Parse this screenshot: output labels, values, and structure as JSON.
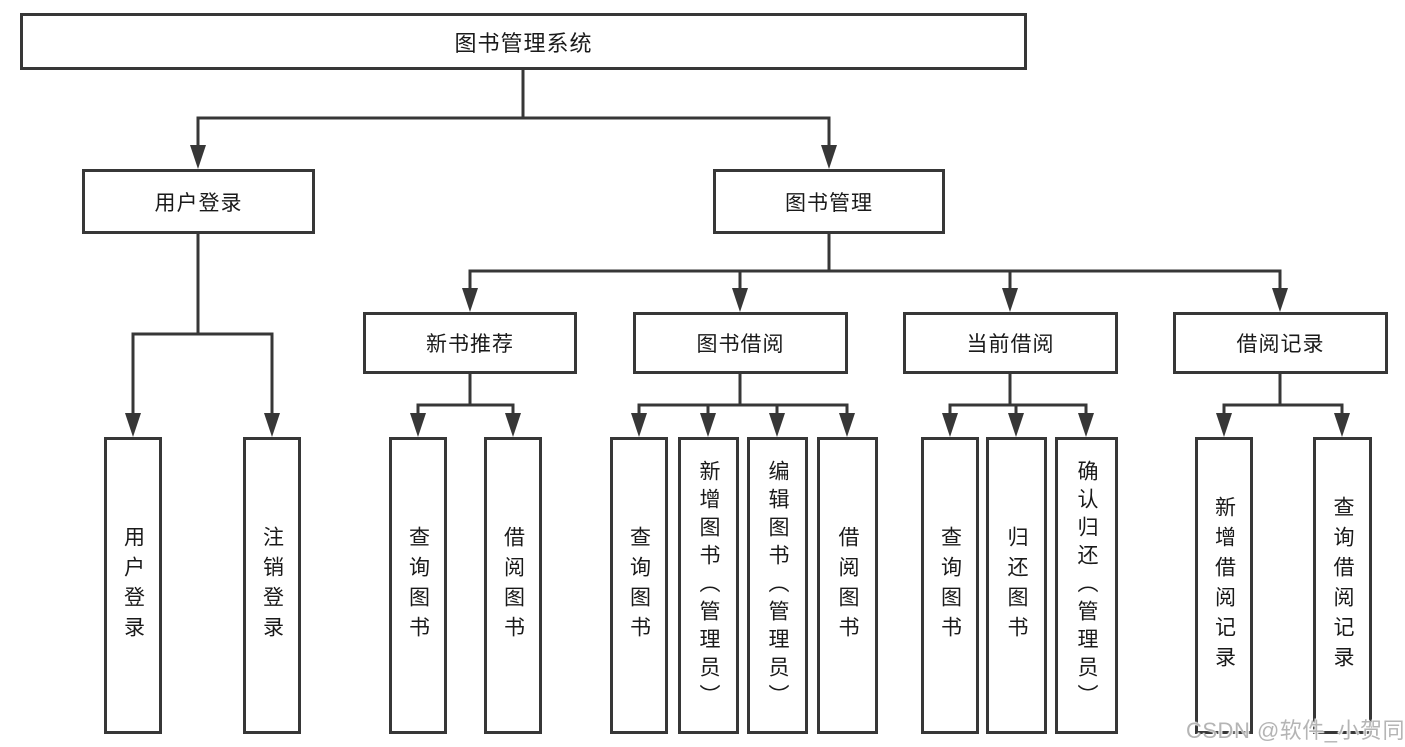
{
  "colors": {
    "line": "#373737",
    "box_border": "#373737",
    "text": "#1a1a1a",
    "background": "#ffffff",
    "watermark_text": "#b5b5b5"
  },
  "nodes": {
    "root": "图书管理系统",
    "user_login": "用户登录",
    "book_management": "图书管理",
    "new_book_recommend": "新书推荐",
    "book_borrow": "图书借阅",
    "current_borrow": "当前借阅",
    "borrow_records": "借阅记录",
    "leaf_user_login": "用户登录",
    "leaf_logout": "注销登录",
    "leaf_recommend_query_books": "查询图书",
    "leaf_recommend_borrow_books": "借阅图书",
    "leaf_borrow_query_books": "查询图书",
    "leaf_borrow_add_books_admin": "新增图书（管理员）",
    "leaf_borrow_edit_books_admin": "编辑图书（管理员）",
    "leaf_borrow_borrow_books": "借阅图书",
    "leaf_current_query_books": "查询图书",
    "leaf_current_return_books": "归还图书",
    "leaf_current_confirm_return_admin": "确认归还（管理员）",
    "leaf_records_add_record": "新增借阅记录",
    "leaf_records_query_record": "查询借阅记录"
  },
  "watermark": "CSDN @软件_小贺同学"
}
